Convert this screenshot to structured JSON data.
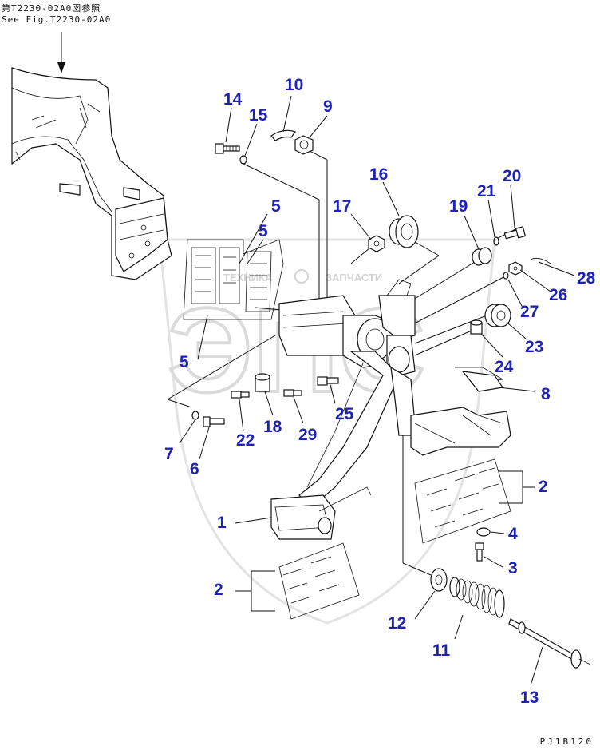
{
  "reference": {
    "line1": "第T2230-02A0図参照",
    "line2": "See Fig.T2230-02A0"
  },
  "watermark": {
    "left": "ТЕХНИКА",
    "right": "ЗАПЧАСТИ",
    "logo": "ЭПС"
  },
  "drawing_code": "PJ1B120",
  "callout_color": "#1e22b4",
  "callouts": [
    "14",
    "15",
    "10",
    "9",
    "16",
    "17",
    "20",
    "21",
    "19",
    "28",
    "26",
    "27",
    "23",
    "24",
    "8",
    "5",
    "5",
    "5",
    "18",
    "22",
    "29",
    "25",
    "7",
    "6",
    "1",
    "2",
    "4",
    "3",
    "2",
    "12",
    "11",
    "13"
  ]
}
